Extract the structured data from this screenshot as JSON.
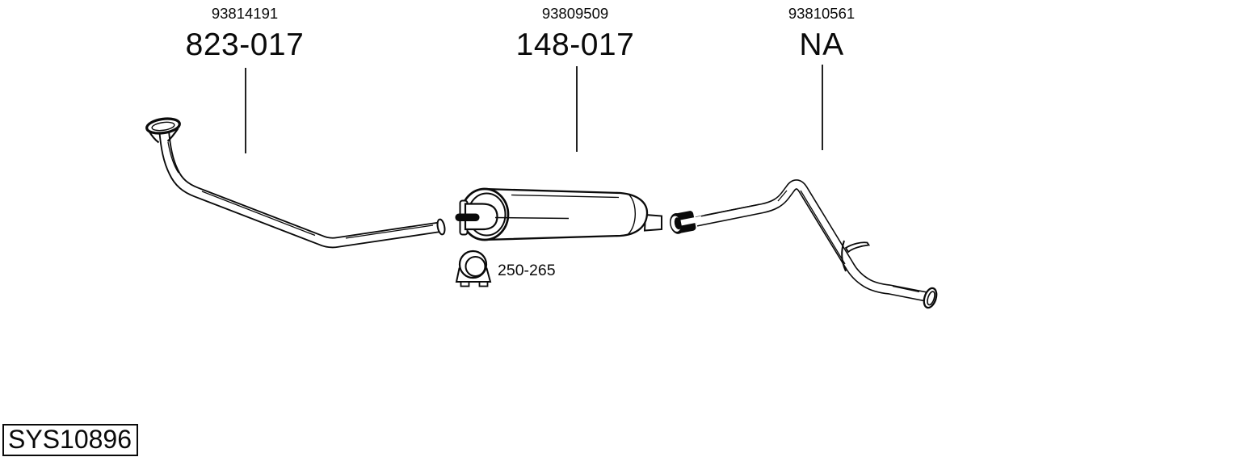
{
  "colors": {
    "line": "#0a0a0a",
    "background": "#ffffff"
  },
  "system_code": "SYS10896",
  "parts": [
    {
      "ref": "93814191",
      "code": "823-017"
    },
    {
      "ref": "93809509",
      "code": "148-017"
    },
    {
      "ref": "93810561",
      "code": "NA"
    }
  ],
  "clamp": {
    "size_range": "250-265"
  }
}
